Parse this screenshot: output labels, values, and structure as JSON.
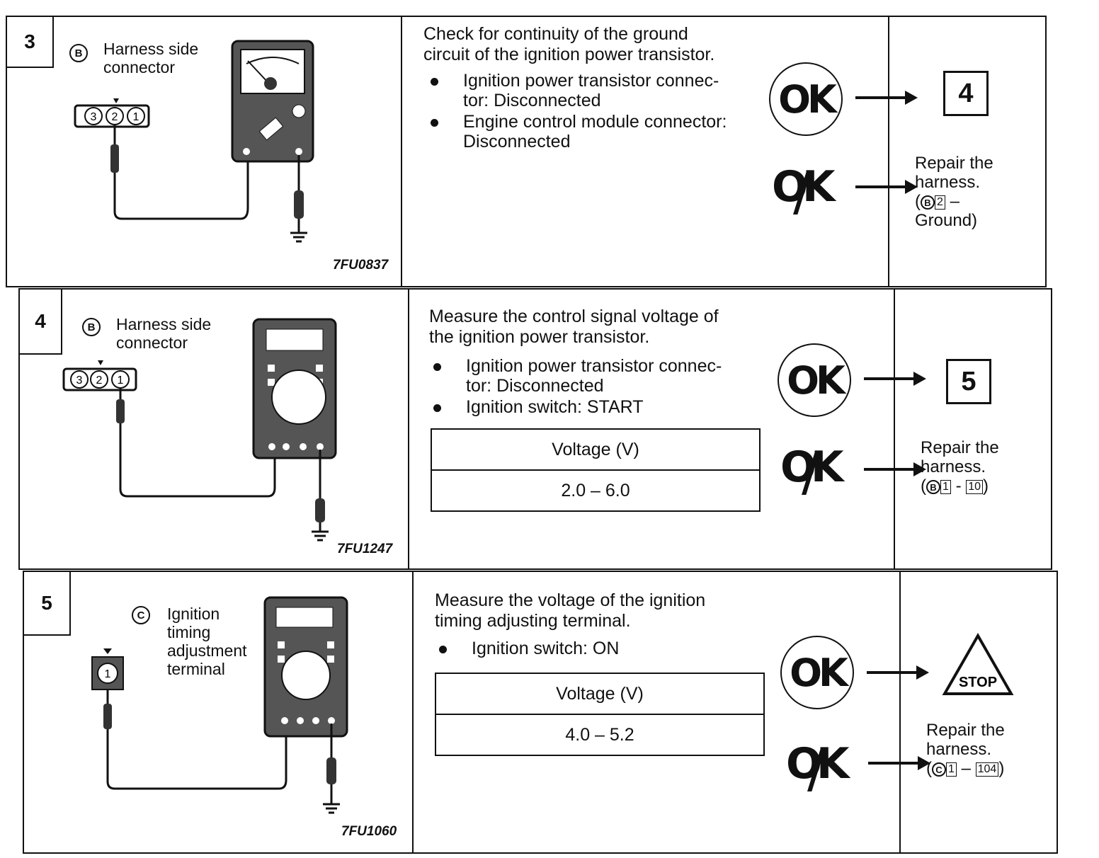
{
  "steps": [
    {
      "number": "3",
      "connector_letter": "B",
      "connector_label": "Harness side\nconnector",
      "pins": [
        "3",
        "2",
        "1"
      ],
      "figure_code": "7FU0837",
      "title": "Check for continuity of the ground\ncircuit of the ignition power transistor.",
      "bullets": [
        "Ignition power transistor connec-\ntor: Disconnected",
        "Engine control module connector:\nDisconnected"
      ],
      "ok_label": "OK",
      "ng_label": "OK",
      "next_step": "4",
      "repair_lines": [
        "Repair the",
        "harness."
      ],
      "repair_ref": {
        "connector": "B",
        "pin": "2",
        "dash": "–",
        "target": "Ground)"
      }
    },
    {
      "number": "4",
      "connector_letter": "B",
      "connector_label": "Harness side\nconnector",
      "pins": [
        "3",
        "2",
        "1"
      ],
      "figure_code": "7FU1247",
      "title": "Measure the control signal voltage of\nthe ignition power transistor.",
      "bullets": [
        "Ignition power transistor connec-\ntor: Disconnected",
        "Ignition switch: START"
      ],
      "table": {
        "header": "Voltage  (V)",
        "value": "2.0  –  6.0"
      },
      "ok_label": "OK",
      "ng_label": "OK",
      "next_step": "5",
      "repair_lines": [
        "Repair the",
        "harness."
      ],
      "repair_ref": {
        "connector": "B",
        "pin": "1",
        "dash": "-",
        "target": "10"
      }
    },
    {
      "number": "5",
      "connector_letter": "C",
      "connector_label": "Ignition\ntiming\nadjustment\nterminal",
      "pins": [
        "1"
      ],
      "figure_code": "7FU1060",
      "title": "Measure the voltage of the ignition\ntiming adjusting terminal.",
      "bullets": [
        "Ignition switch: ON"
      ],
      "table": {
        "header": "Voltage  (V)",
        "value": "4.0  –  5.2"
      },
      "ok_label": "OK",
      "ng_label": "OK",
      "stop_label": "STOP",
      "repair_lines": [
        "Repair the",
        "harness."
      ],
      "repair_ref": {
        "connector": "C",
        "pin": "1",
        "dash": "–",
        "target": "104"
      }
    }
  ]
}
